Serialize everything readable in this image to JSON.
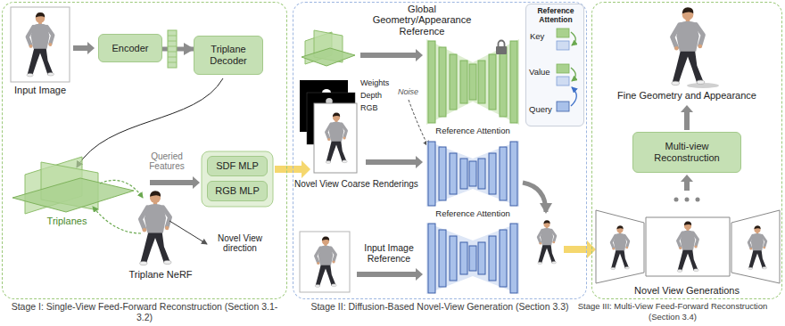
{
  "diagram": {
    "nodes": [
      {
        "text": [
          "Stage I: Single-View Feed-Forward Reconstruction (Section 3.1-3.2)"
        ]
      },
      {
        "text": [
          "Encoder"
        ],
        "in": 0
      },
      {
        "text": [
          "Triplane Decoder"
        ],
        "in": 0
      },
      {
        "text": [
          "SDF MLP"
        ],
        "in": 0
      },
      {
        "text": [
          "RGB MLP"
        ],
        "in": 0
      },
      {
        "text": [
          "Stage II: Diffusion-Based Novel-View Generation (Section 3.3)"
        ]
      },
      {
        "text": [
          "Reference Attention",
          "Key",
          "Value",
          "Query"
        ],
        "in": 5
      },
      {
        "text": [
          "Stage III: Multi-View Feed-Forward Reconstruction (Section 3.4)"
        ]
      },
      {
        "text": [
          "Multi-view Reconstruction"
        ],
        "in": 7
      }
    ],
    "edges": [
      {
        "from": 1,
        "to": 2,
        "arrow": "to"
      }
    ],
    "labels": [
      "Input Image",
      "Triplanes",
      "Queried Features",
      "Novel View direction",
      "Triplane NeRF",
      "Global Geometry/Appearance Reference",
      "Weights",
      "Depth",
      "RGB",
      "Noise",
      "Novel View Coarse Renderings",
      "Reference Attention",
      "Reference Attention",
      "Input Image Reference",
      "Fine Geometry and Appearance",
      "Novel View Generations"
    ]
  }
}
